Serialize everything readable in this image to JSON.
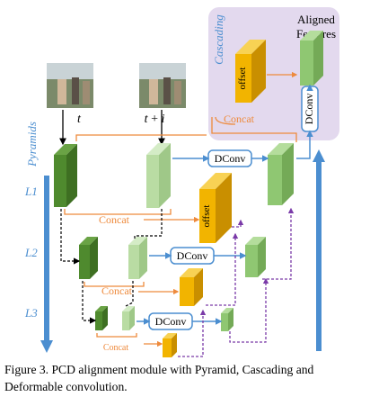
{
  "labels": {
    "cascading": "Cascading",
    "aligned_line1": "Aligned",
    "aligned_line2": "Features",
    "pyramids": "Pyramids",
    "frame_t": "t",
    "frame_ti": "t + i",
    "offset": "offset",
    "concat": "Concat",
    "dconv": "DConv",
    "level_l1": "L1",
    "level_l2": "L2",
    "level_l3": "L3"
  },
  "caption": "Figure 3.  PCD alignment module with Pyramid, Cascading and Deformable convolution.",
  "colors": {
    "dark_green": "#4f8a2e",
    "light_green": "#b9dca3",
    "mid_green": "#8fc772",
    "offset_orange": "#f2b400",
    "concat_orange": "#ee8a3c",
    "arrow_blue": "#4b8ed0",
    "arrow_purple": "#7a3aa8",
    "cascade_bg": "#e3d9ee"
  }
}
